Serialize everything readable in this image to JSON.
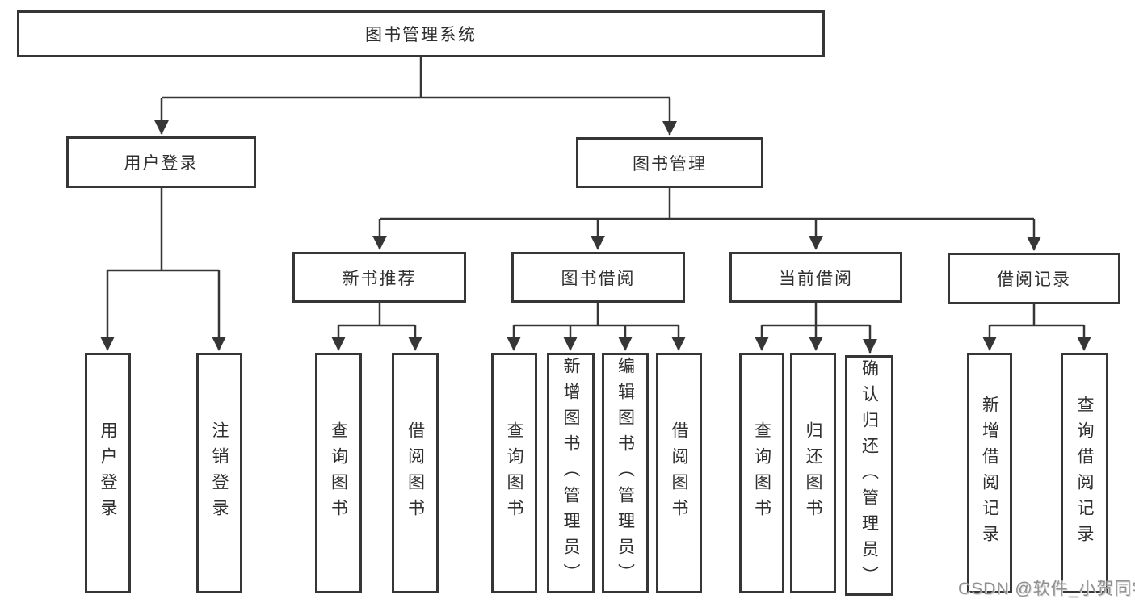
{
  "diagram_title": "图书管理系统",
  "watermark": "CSDN @软件_小贺同学",
  "colors": {
    "line": "#363636",
    "text": "#2f2f2f",
    "background": "#ffffff",
    "watermark": "#909090"
  },
  "nodes": {
    "root": "图书管理系统",
    "user_login": "用户登录",
    "book_mgmt": "图书管理",
    "new_book_rec": "新书推荐",
    "book_borrow": "图书借阅",
    "current_borrow": "当前借阅",
    "borrow_records": "借阅记录",
    "ul_login": "用户登录",
    "ul_logout": "注销登录",
    "nb_query": "查询图书",
    "nb_borrow": "借阅图书",
    "bb_query": "查询图书",
    "bb_add": "新增图书（管理员）",
    "bb_edit": "编辑图书（管理员）",
    "bb_borrow": "借阅图书",
    "cb_query": "查询图书",
    "cb_return": "归还图书",
    "cb_confirm": "确认归还（管理员）",
    "br_add": "新增借阅记录",
    "br_query": "查询借阅记录"
  },
  "hierarchy": {
    "图书管理系统": {
      "用户登录": [
        "用户登录",
        "注销登录"
      ],
      "图书管理": {
        "新书推荐": [
          "查询图书",
          "借阅图书"
        ],
        "图书借阅": [
          "查询图书",
          "新增图书（管理员）",
          "编辑图书（管理员）",
          "借阅图书"
        ],
        "当前借阅": [
          "查询图书",
          "归还图书",
          "确认归还（管理员）"
        ],
        "借阅记录": [
          "新增借阅记录",
          "查询借阅记录"
        ]
      }
    }
  }
}
